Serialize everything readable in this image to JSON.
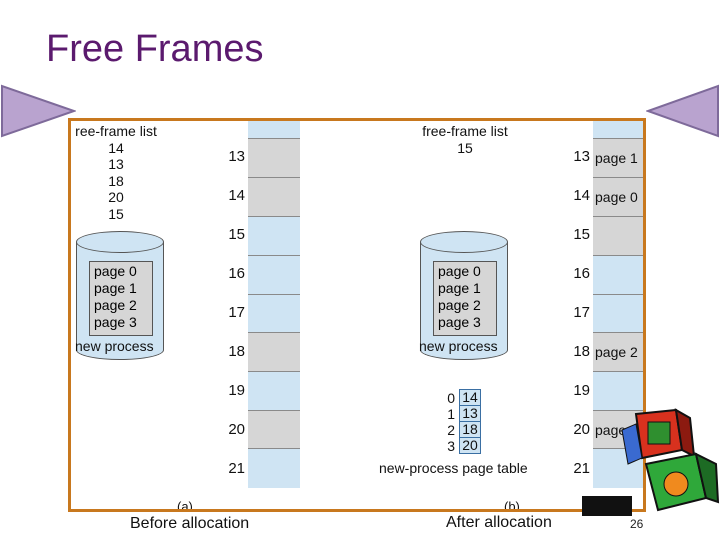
{
  "title": "Free Frames",
  "frame_numbers": [
    "13",
    "14",
    "15",
    "16",
    "17",
    "18",
    "19",
    "20",
    "21"
  ],
  "panel_a": {
    "free_list_label": "ree-frame list",
    "free_list": [
      "14",
      "13",
      "18",
      "20",
      "15"
    ],
    "pages": [
      "page 0",
      "page 1",
      "page 2",
      "page 3"
    ],
    "cylinder_label": "new process",
    "caption": "(a)"
  },
  "panel_b": {
    "free_list_label": "free-frame list",
    "free_list": [
      "15"
    ],
    "pages": [
      "page 0",
      "page 1",
      "page 2",
      "page 3"
    ],
    "cylinder_label": "new process",
    "frame_contents": [
      "page 1",
      "page 0",
      "",
      "",
      "",
      "page 2",
      "",
      "page 3",
      ""
    ],
    "page_table": {
      "indices": [
        "0",
        "1",
        "2",
        "3"
      ],
      "frames": [
        "14",
        "13",
        "18",
        "20"
      ],
      "label": "new-process page table"
    },
    "caption": "(b)"
  },
  "before_label": "Before allocation",
  "after_label": "After allocation",
  "page_number": "26",
  "colors": {
    "title": "#5b1a6e",
    "border": "#c8781e",
    "free_frame": "#cfe4f3",
    "used_frame": "#d6d6d6",
    "nav_triangle": "#b9a3cf"
  }
}
